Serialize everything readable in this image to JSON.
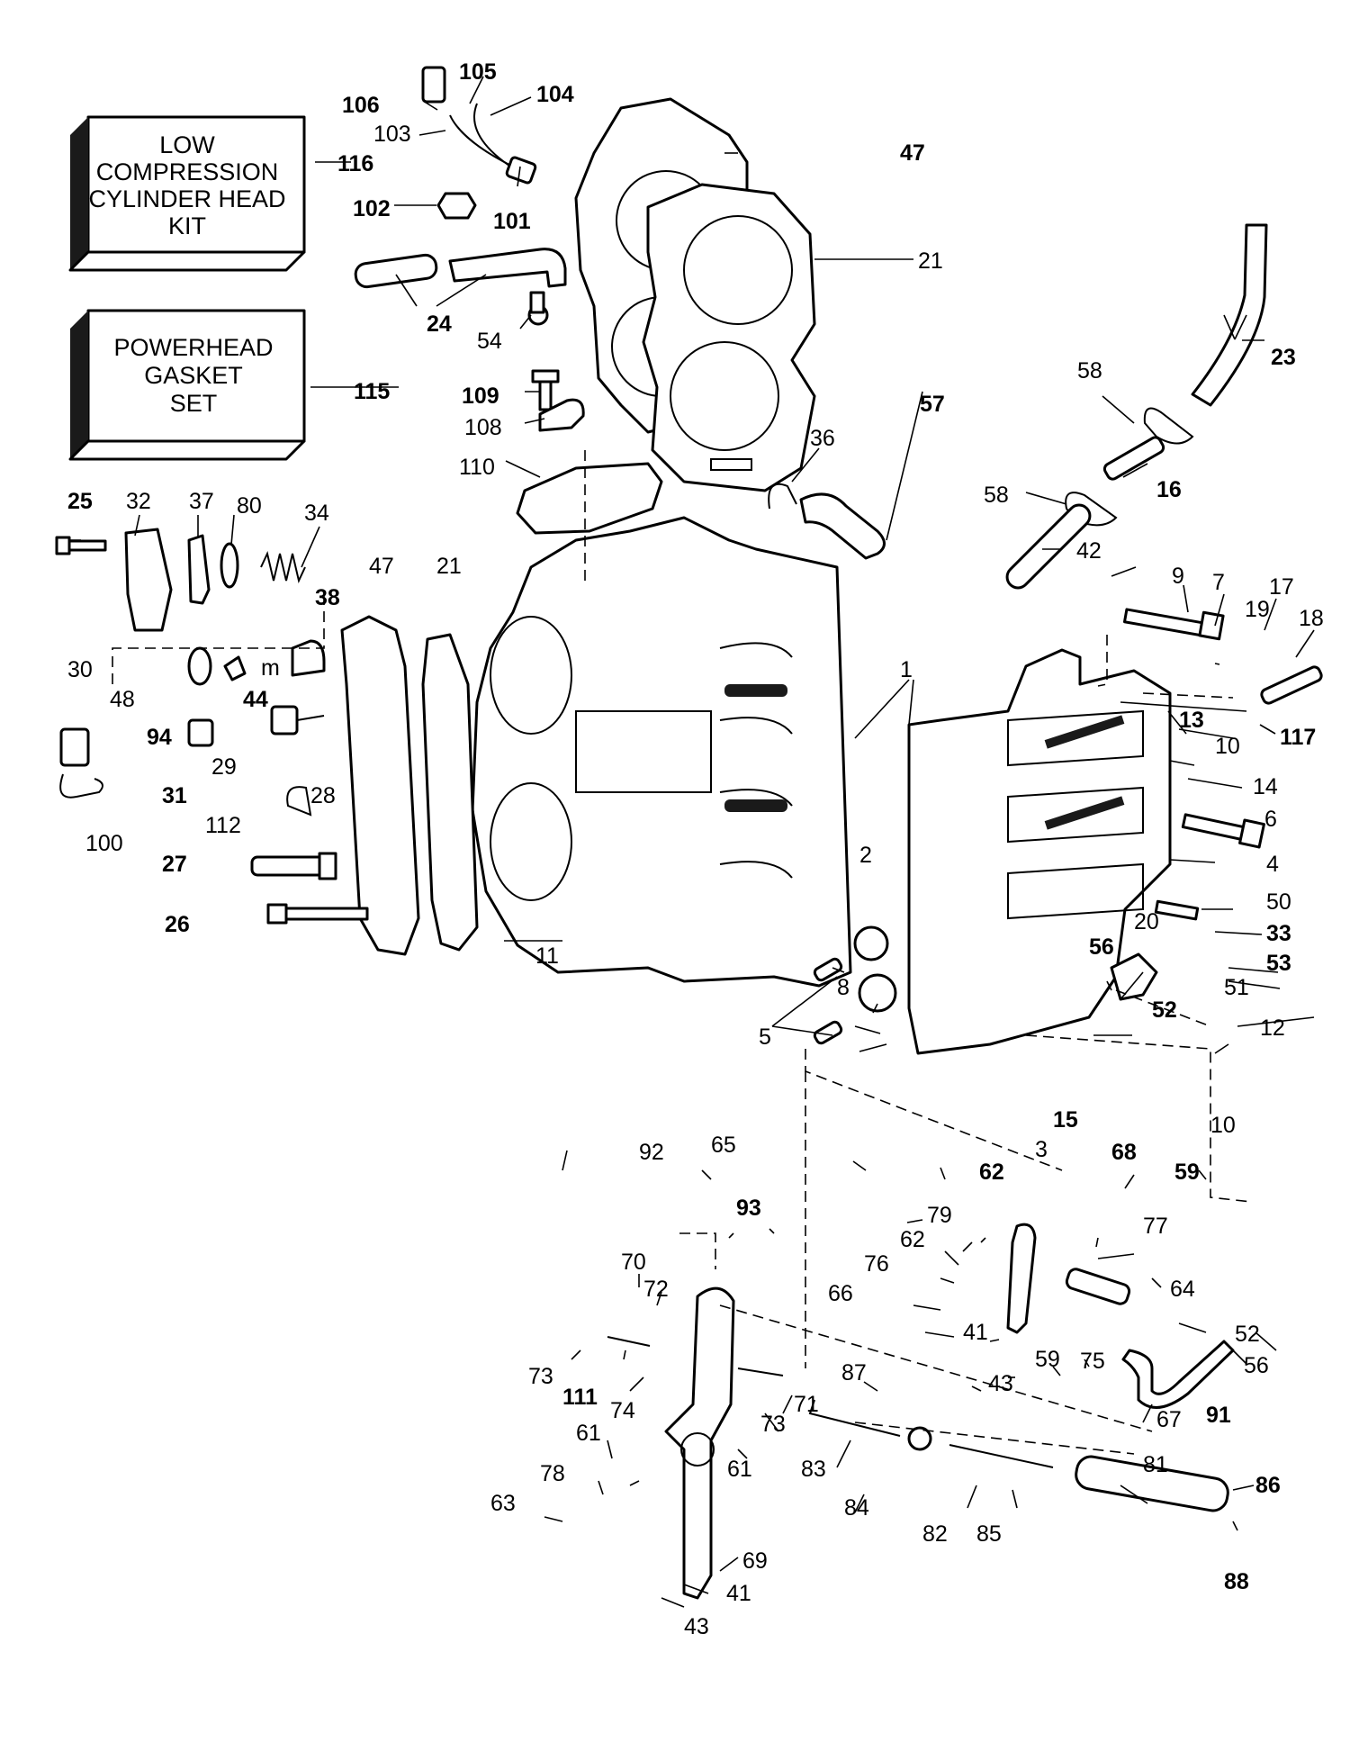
{
  "kits": [
    {
      "id": "116",
      "label_lines": [
        "LOW",
        "COMPRESSION",
        "CYLINDER HEAD",
        "KIT"
      ]
    },
    {
      "id": "115",
      "label_lines": [
        "POWERHEAD",
        "GASKET",
        "SET"
      ]
    }
  ],
  "callouts": [
    {
      "id": "c106",
      "text": "106",
      "bold": true
    },
    {
      "id": "c105",
      "text": "105",
      "bold": true
    },
    {
      "id": "c104",
      "text": "104",
      "bold": true
    },
    {
      "id": "c103",
      "text": "103",
      "bold": false
    },
    {
      "id": "c116",
      "text": "116",
      "bold": true
    },
    {
      "id": "c102",
      "text": "102",
      "bold": true
    },
    {
      "id": "c101",
      "text": "101",
      "bold": true
    },
    {
      "id": "c47a",
      "text": "47",
      "bold": true
    },
    {
      "id": "c21a",
      "text": "21",
      "bold": false
    },
    {
      "id": "c24",
      "text": "24",
      "bold": true
    },
    {
      "id": "c54",
      "text": "54",
      "bold": false
    },
    {
      "id": "c23",
      "text": "23",
      "bold": true
    },
    {
      "id": "c115",
      "text": "115",
      "bold": true
    },
    {
      "id": "c109",
      "text": "109",
      "bold": true
    },
    {
      "id": "c108",
      "text": "108",
      "bold": false
    },
    {
      "id": "c57",
      "text": "57",
      "bold": true
    },
    {
      "id": "c58a",
      "text": "58",
      "bold": false
    },
    {
      "id": "c110",
      "text": "110",
      "bold": false
    },
    {
      "id": "c36",
      "text": "36",
      "bold": false
    },
    {
      "id": "c16",
      "text": "16",
      "bold": true
    },
    {
      "id": "c58b",
      "text": "58",
      "bold": false
    },
    {
      "id": "c25",
      "text": "25",
      "bold": true
    },
    {
      "id": "c32",
      "text": "32",
      "bold": false
    },
    {
      "id": "c37",
      "text": "37",
      "bold": false
    },
    {
      "id": "c80",
      "text": "80",
      "bold": false
    },
    {
      "id": "c34",
      "text": "34",
      "bold": false
    },
    {
      "id": "c42",
      "text": "42",
      "bold": false
    },
    {
      "id": "c38",
      "text": "38",
      "bold": true
    },
    {
      "id": "c47b",
      "text": "47",
      "bold": false
    },
    {
      "id": "c21b",
      "text": "21",
      "bold": false
    },
    {
      "id": "c9",
      "text": "9",
      "bold": false
    },
    {
      "id": "c7",
      "text": "7",
      "bold": false
    },
    {
      "id": "c19",
      "text": "19",
      "bold": false
    },
    {
      "id": "c17",
      "text": "17",
      "bold": false
    },
    {
      "id": "c18",
      "text": "18",
      "bold": false
    },
    {
      "id": "c30",
      "text": "30",
      "bold": false
    },
    {
      "id": "c48",
      "text": "48",
      "bold": false
    },
    {
      "id": "c44",
      "text": "44",
      "bold": true
    },
    {
      "id": "c94",
      "text": "94",
      "bold": true
    },
    {
      "id": "c1",
      "text": "1",
      "bold": false
    },
    {
      "id": "c10a",
      "text": "10",
      "bold": false
    },
    {
      "id": "c117",
      "text": "117",
      "bold": true
    },
    {
      "id": "c13",
      "text": "13",
      "bold": true
    },
    {
      "id": "c29",
      "text": "29",
      "bold": false
    },
    {
      "id": "c31",
      "text": "31",
      "bold": true
    },
    {
      "id": "c28",
      "text": "28",
      "bold": false
    },
    {
      "id": "c14",
      "text": "14",
      "bold": false
    },
    {
      "id": "c100",
      "text": "100",
      "bold": false
    },
    {
      "id": "c112",
      "text": "112",
      "bold": false
    },
    {
      "id": "c6",
      "text": "6",
      "bold": false
    },
    {
      "id": "c2",
      "text": "2",
      "bold": false
    },
    {
      "id": "c27",
      "text": "27",
      "bold": true
    },
    {
      "id": "c4",
      "text": "4",
      "bold": false
    },
    {
      "id": "c50",
      "text": "50",
      "bold": false
    },
    {
      "id": "c26",
      "text": "26",
      "bold": true
    },
    {
      "id": "c33",
      "text": "33",
      "bold": true
    },
    {
      "id": "c20",
      "text": "20",
      "bold": false
    },
    {
      "id": "c56a",
      "text": "56",
      "bold": true
    },
    {
      "id": "c53",
      "text": "53",
      "bold": true
    },
    {
      "id": "c11",
      "text": "11",
      "bold": false
    },
    {
      "id": "c51",
      "text": "51",
      "bold": false
    },
    {
      "id": "c8",
      "text": "8",
      "bold": false
    },
    {
      "id": "c52a",
      "text": "52",
      "bold": true
    },
    {
      "id": "c12",
      "text": "12",
      "bold": false
    },
    {
      "id": "c5",
      "text": "5",
      "bold": false
    },
    {
      "id": "c15",
      "text": "15",
      "bold": true
    },
    {
      "id": "c10b",
      "text": "10",
      "bold": false
    },
    {
      "id": "c3",
      "text": "3",
      "bold": false
    },
    {
      "id": "c92",
      "text": "92",
      "bold": false
    },
    {
      "id": "c65",
      "text": "65",
      "bold": false
    },
    {
      "id": "c68",
      "text": "68",
      "bold": true
    },
    {
      "id": "c62a",
      "text": "62",
      "bold": true
    },
    {
      "id": "c59a",
      "text": "59",
      "bold": true
    },
    {
      "id": "c93",
      "text": "93",
      "bold": true
    },
    {
      "id": "c79",
      "text": "79",
      "bold": false
    },
    {
      "id": "c77",
      "text": "77",
      "bold": false
    },
    {
      "id": "c62b",
      "text": "62",
      "bold": false
    },
    {
      "id": "c70",
      "text": "70",
      "bold": false
    },
    {
      "id": "c76",
      "text": "76",
      "bold": false
    },
    {
      "id": "c72",
      "text": "72",
      "bold": false
    },
    {
      "id": "c66",
      "text": "66",
      "bold": false
    },
    {
      "id": "c64",
      "text": "64",
      "bold": false
    },
    {
      "id": "c41a",
      "text": "41",
      "bold": false
    },
    {
      "id": "c52b",
      "text": "52",
      "bold": false
    },
    {
      "id": "c59b",
      "text": "59",
      "bold": false
    },
    {
      "id": "c75",
      "text": "75",
      "bold": false
    },
    {
      "id": "c56b",
      "text": "56",
      "bold": false
    },
    {
      "id": "c43a",
      "text": "43",
      "bold": false
    },
    {
      "id": "c73a",
      "text": "73",
      "bold": false
    },
    {
      "id": "c111",
      "text": "111",
      "bold": true
    },
    {
      "id": "c87",
      "text": "87",
      "bold": false
    },
    {
      "id": "c74",
      "text": "74",
      "bold": false
    },
    {
      "id": "c71",
      "text": "71",
      "bold": false
    },
    {
      "id": "c73b",
      "text": "73",
      "bold": false
    },
    {
      "id": "c67",
      "text": "67",
      "bold": false
    },
    {
      "id": "c91",
      "text": "91",
      "bold": true
    },
    {
      "id": "c61a",
      "text": "61",
      "bold": false
    },
    {
      "id": "c61b",
      "text": "61",
      "bold": false
    },
    {
      "id": "c83",
      "text": "83",
      "bold": false
    },
    {
      "id": "c81",
      "text": "81",
      "bold": false
    },
    {
      "id": "c86",
      "text": "86",
      "bold": true
    },
    {
      "id": "c78",
      "text": "78",
      "bold": false
    },
    {
      "id": "c63",
      "text": "63",
      "bold": false
    },
    {
      "id": "c84",
      "text": "84",
      "bold": false
    },
    {
      "id": "c82",
      "text": "82",
      "bold": false
    },
    {
      "id": "c85",
      "text": "85",
      "bold": false
    },
    {
      "id": "c69",
      "text": "69",
      "bold": false
    },
    {
      "id": "c88",
      "text": "88",
      "bold": true
    },
    {
      "id": "c41b",
      "text": "41",
      "bold": false
    },
    {
      "id": "c43b",
      "text": "43",
      "bold": false
    }
  ]
}
